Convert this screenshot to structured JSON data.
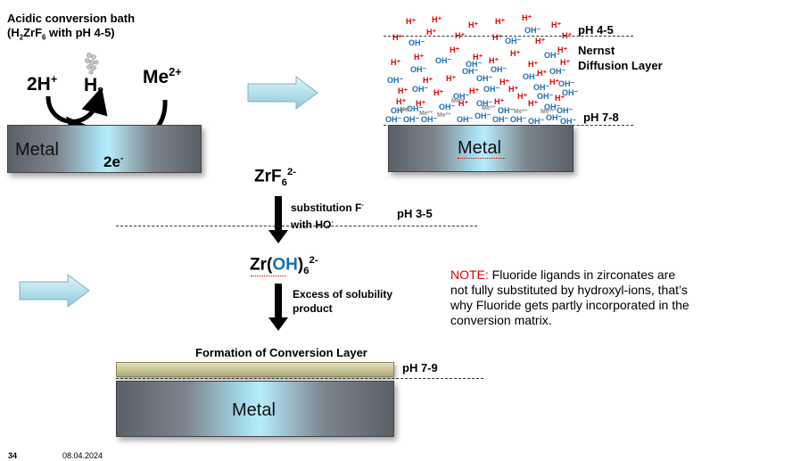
{
  "colors": {
    "h_plus": "#e00000",
    "oh_minus": "#1c6fb3",
    "note_red": "#e00000",
    "arrow_fill": "#bfe6ef",
    "layer": "#c7c293"
  },
  "top_left": {
    "title_line1": "Acidic conversion bath",
    "title_line2_prefix": "(H",
    "title_line2_sub1": "2",
    "title_line2_mid": "ZrF",
    "title_line2_sub2": "6",
    "title_line2_suffix": " with pH 4-5)",
    "h_ion_base": "2H",
    "h_ion_sup": "+",
    "h2_base": "H",
    "h2_sub": "2",
    "me_base": "Me",
    "me_sup": "2+",
    "electron_base": "2e",
    "electron_sup": "-",
    "metal": "Metal"
  },
  "top_right": {
    "ph_top": "pH 4-5",
    "nernst_line1": "Nernst",
    "nernst_line2": "Diffusion Layer",
    "ph_bottom": "pH 7-8",
    "metal": "Metal",
    "ion_h": "H⁺",
    "ion_oh": "OH⁻",
    "ion_me": "Me²⁺"
  },
  "center": {
    "zrf6_base": "ZrF",
    "zrf6_sub": "6",
    "zrf6_sup": "2-",
    "substitution_line1_base": "substitution F",
    "substitution_line1_sup": "-",
    "substitution_line2_base": "with HO",
    "substitution_line2_sup": "-",
    "ph_mid": "pH 3-5",
    "zroh_prefix": "Zr(",
    "zroh_oh": "OH",
    "zroh_close": ")",
    "zroh_sub": "6",
    "zroh_sup": "2-",
    "excess_line1": "Excess of solubility",
    "excess_line2": "product"
  },
  "bottom": {
    "formation": "Formation of Conversion Layer",
    "ph": "pH 7-9",
    "metal": "Metal"
  },
  "note": {
    "label": "NOTE:",
    "text_line1": " Fluoride ligands in zirconates are",
    "text_line2": "not fully substituted by hydroxyl-ions, that’s",
    "text_line3": "why Fluoride gets partly incorporated in the",
    "text_line4": "conversion matrix."
  },
  "footer": {
    "page": "34",
    "date": "08.04.2024"
  }
}
